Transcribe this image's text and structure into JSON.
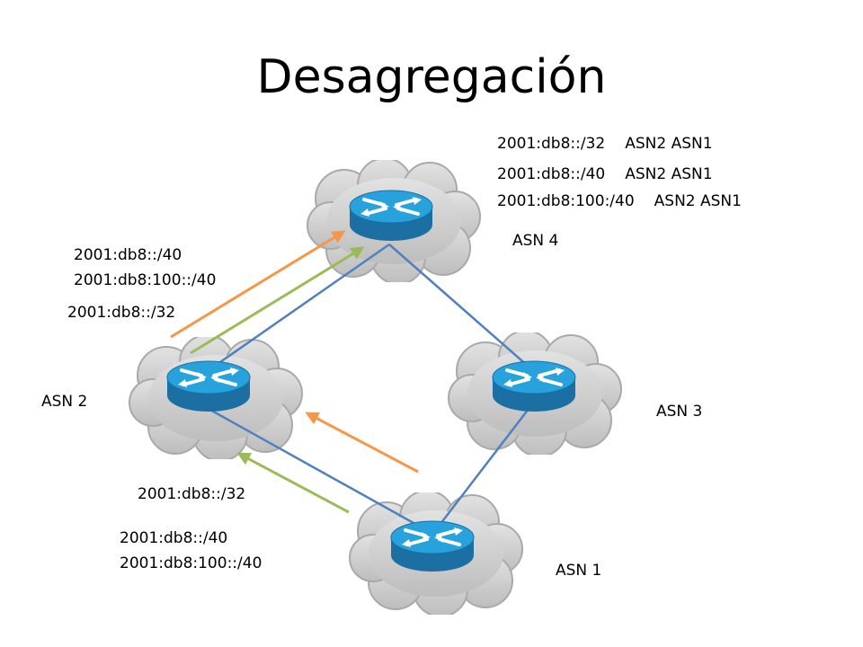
{
  "title": "Desagregación",
  "asn4_table": [
    {
      "prefix": "2001:db8::/32",
      "path": "ASN2 ASN1"
    },
    {
      "prefix": "2001:db8::/40",
      "path": "ASN2 ASN1"
    },
    {
      "prefix": "2001:db8:100:/40",
      "path": "ASN2 ASN1"
    }
  ],
  "routers": {
    "asn4": "ASN 4",
    "asn2": "ASN 2",
    "asn3": "ASN 3",
    "asn1": "ASN 1"
  },
  "announcements_to_asn4": {
    "orange": [
      "2001:db8::/40",
      "2001:db8:100::/40"
    ],
    "green": "2001:db8::/32"
  },
  "announcements_to_asn2": {
    "orange": "2001:db8::/32",
    "green": [
      "2001:db8::/40",
      "2001:db8:100::/40"
    ]
  },
  "colors": {
    "link": "#4f81bd",
    "orange_arrow": "#f79646",
    "green_arrow": "#9bbb59",
    "cloud": "#c9c9c9",
    "router": "#1f9bd3"
  }
}
